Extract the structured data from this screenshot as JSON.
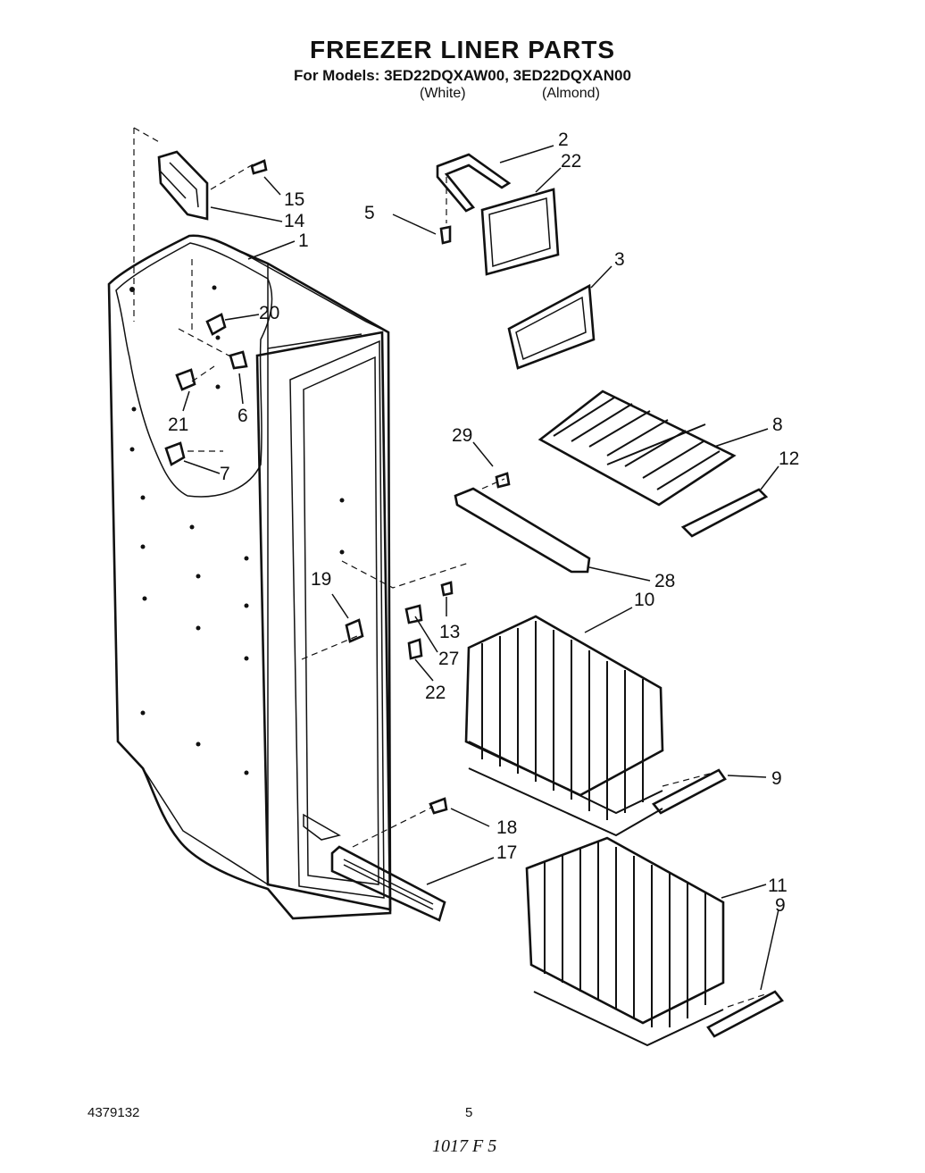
{
  "header": {
    "title": "FREEZER LINER PARTS",
    "models_line": "For Models: 3ED22DQXAW00, 3ED22DQXAN00",
    "finish_white": "(White)",
    "finish_almond": "(Almond)"
  },
  "callouts": [
    {
      "id": "c-15",
      "label": "15"
    },
    {
      "id": "c-14",
      "label": "14"
    },
    {
      "id": "c-1",
      "label": "1"
    },
    {
      "id": "c-20",
      "label": "20"
    },
    {
      "id": "c-21",
      "label": "21"
    },
    {
      "id": "c-6",
      "label": "6"
    },
    {
      "id": "c-7",
      "label": "7"
    },
    {
      "id": "c-2",
      "label": "2"
    },
    {
      "id": "c-22a",
      "label": "22"
    },
    {
      "id": "c-5",
      "label": "5"
    },
    {
      "id": "c-3",
      "label": "3"
    },
    {
      "id": "c-8",
      "label": "8"
    },
    {
      "id": "c-29",
      "label": "29"
    },
    {
      "id": "c-12",
      "label": "12"
    },
    {
      "id": "c-28",
      "label": "28"
    },
    {
      "id": "c-10",
      "label": "10"
    },
    {
      "id": "c-19",
      "label": "19"
    },
    {
      "id": "c-13",
      "label": "13"
    },
    {
      "id": "c-27",
      "label": "27"
    },
    {
      "id": "c-22b",
      "label": "22"
    },
    {
      "id": "c-9a",
      "label": "9"
    },
    {
      "id": "c-18",
      "label": "18"
    },
    {
      "id": "c-17",
      "label": "17"
    },
    {
      "id": "c-11",
      "label": "11"
    },
    {
      "id": "c-9b",
      "label": "9"
    }
  ],
  "footer": {
    "doc_number": "4379132",
    "page_number": "5",
    "handwritten_note": "1017 F 5"
  }
}
